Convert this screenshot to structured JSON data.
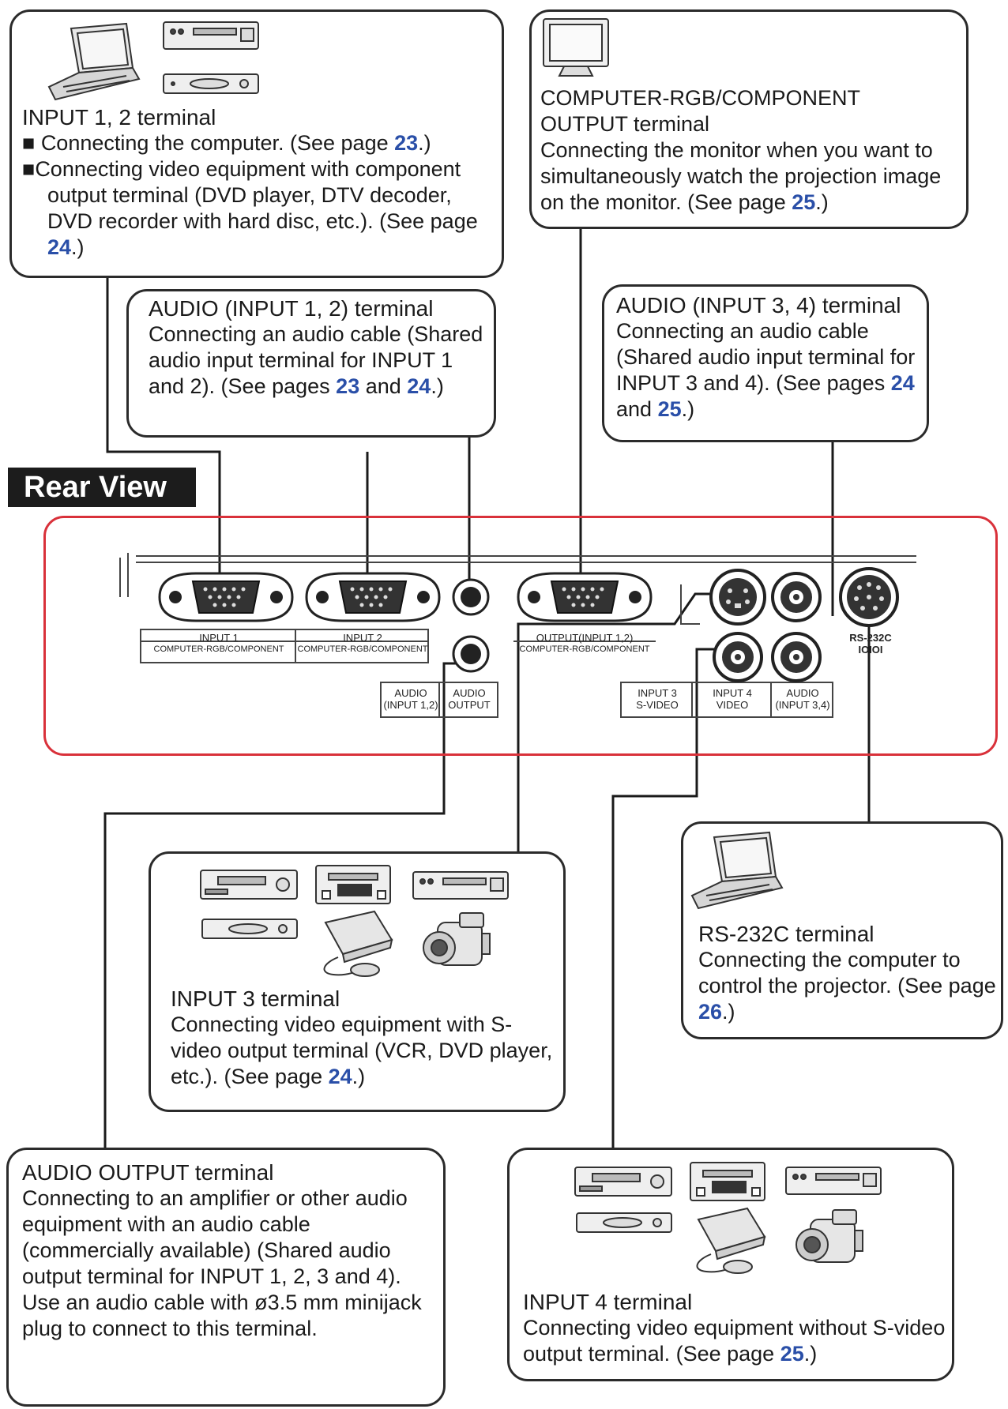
{
  "heading": "Rear View",
  "boxes": {
    "input12": {
      "title": "INPUT 1, 2 terminal",
      "bullet1_text": "Connecting the computer. (See page ",
      "bullet1_page": "23",
      "bullet1_end": ".)",
      "bullet2_text": "Connecting video equipment with compo­nent output terminal (DVD player, DTV decoder, DVD recorder with hard disc, etc.). (See page ",
      "bullet2_page": "24",
      "bullet2_end": ".)"
    },
    "output": {
      "title_line1": "COMPUTER-RGB/COMPONENT",
      "title_line2": "OUTPUT terminal",
      "text": "Connecting the monitor when you want to simultaneously watch the projection image on the monitor. (See page ",
      "page": "25",
      "end": ".)"
    },
    "audio12": {
      "title": "AUDIO (INPUT 1, 2) terminal",
      "text": "Connecting an audio cable (Shared audio input terminal for INPUT 1 and 2). (See pages ",
      "page1": "23",
      "mid": " and ",
      "page2": "24",
      "end": ".)"
    },
    "audio34": {
      "title": "AUDIO (INPUT 3, 4) terminal",
      "text": "Connecting an audio cable (Shared audio input terminal for INPUT 3 and 4). (See pages ",
      "page1": "24",
      "mid": " and ",
      "page2": "25",
      "end": ".)"
    },
    "input3": {
      "title": "INPUT 3 terminal",
      "text": "Connecting video equipment with S-video output terminal (VCR, DVD player, etc.). (See page ",
      "page": "24",
      "end": ".)"
    },
    "rs232c": {
      "title": "RS-232C terminal",
      "text": "Connecting the computer to control the projector. (See page ",
      "page": "26",
      "end": ".)"
    },
    "audio_out": {
      "title": "AUDIO OUTPUT terminal",
      "text1": "Connecting to an amplifier or other audio equipment with an audio cable (commercially available) (Shared audio output terminal for INPUT 1, 2, 3 and 4).",
      "text2": "Use an audio cable with ø3.5 mm minijack plug to connect to this terminal."
    },
    "input4": {
      "title": "INPUT 4 terminal",
      "text": "Connecting video equipment without S-video output terminal. (See page ",
      "page": "25",
      "end": ".)"
    }
  },
  "panel_labels": {
    "input1_l1": "INPUT 1",
    "input1_l2": "COMPUTER-RGB/COMPONENT",
    "input2_l1": "INPUT 2",
    "input2_l2": "COMPUTER-RGB/COMPONENT",
    "output_l1": "OUTPUT(INPUT 1,2)",
    "output_l2": "COMPUTER-RGB/COMPONENT",
    "audio_in_l1": "AUDIO",
    "audio_in_l2": "(INPUT 1,2)",
    "audio_out_l1": "AUDIO",
    "audio_out_l2": "OUTPUT",
    "input3_l1": "INPUT 3",
    "input3_l2": "S-VIDEO",
    "input4_l1": "INPUT 4",
    "input4_l2": "VIDEO",
    "audio34_l1": "AUDIO",
    "audio34_l2": "(INPUT 3,4)",
    "rs232c_l1": "RS-232C",
    "rs232c_l2": "IOIOI"
  },
  "colors": {
    "page_ref": "#2a4fa8",
    "panel_border": "#d9313a",
    "line": "#1a1a1a"
  },
  "icons": [
    "laptop-icon",
    "dvd-player-icon",
    "dtv-decoder-icon",
    "monitor-icon",
    "vcr-icon",
    "dvd-recorder-icon",
    "game-console-icon",
    "camcorder-icon"
  ]
}
